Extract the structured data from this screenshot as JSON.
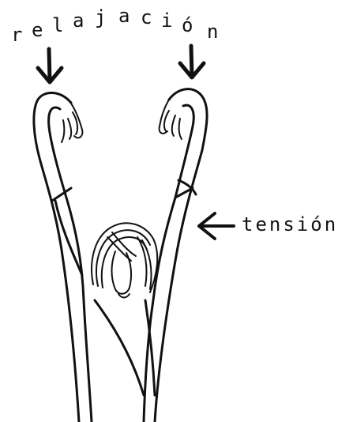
{
  "illustration": {
    "top_label_letters": [
      "r",
      "e",
      "l",
      "a",
      "j",
      "a",
      "c",
      "i",
      "ó",
      "n"
    ],
    "side_label": "tensión",
    "ink_color": "#111111",
    "background_color": "#ffffff"
  }
}
